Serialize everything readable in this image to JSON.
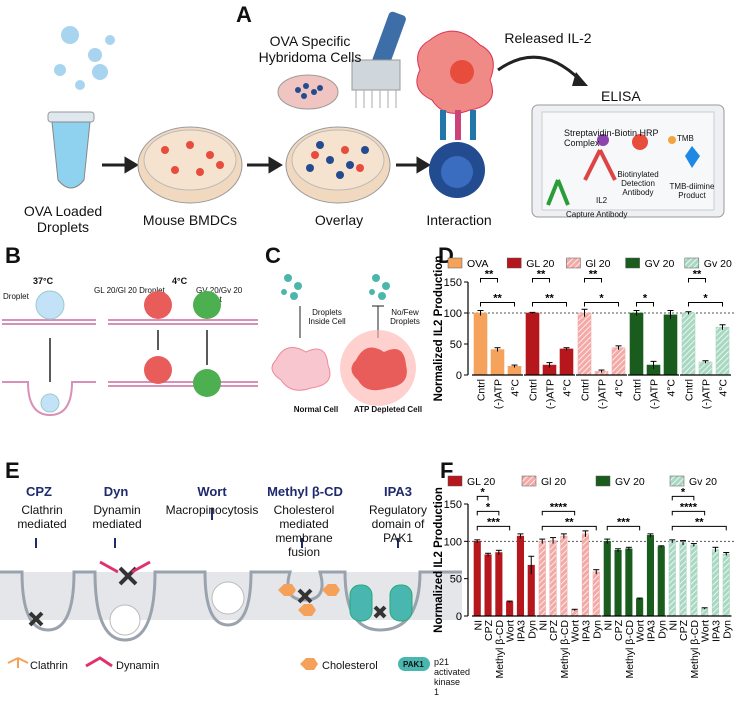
{
  "panel_a": {
    "letter": "A",
    "steps": [
      "OVA Loaded Droplets",
      "Mouse BMDCs",
      "Overlay",
      "Interaction"
    ],
    "ova_specific": "OVA Specific Hybridoma Cells",
    "released": "Released IL-2",
    "elisa": "ELISA",
    "elisa_labels": {
      "complex": "Streptavidin-Biotin HRP Complex",
      "tmb": "TMB",
      "biotin_ab": "Biotinylated Detection Antibody",
      "product": "TMB-diimine Product",
      "il2": "IL2",
      "capture": "Capture Antibody"
    }
  },
  "panel_b": {
    "letter": "B",
    "temp_37": "37°C",
    "temp_4": "4°C",
    "droplet": "Droplet",
    "gl_droplet": "GL 20/Gl 20 Droplet",
    "gv_droplet": "GV 20/Gv 20 Droplet"
  },
  "panel_c": {
    "letter": "C",
    "inside": "Droplets Inside Cell",
    "nofew": "No/Few Droplets",
    "normal": "Normal Cell",
    "depleted": "ATP Depleted Cell"
  },
  "panel_d": {
    "letter": "D",
    "chart_data": {
      "type": "bar",
      "ylabel": "Normalized IL2 Production",
      "ylim": [
        0,
        150
      ],
      "yticks": [
        0,
        50,
        100,
        150
      ],
      "reference_line": 100,
      "categories": [
        "Cntrl",
        "(-)ATP",
        "4°C"
      ],
      "series": [
        {
          "name": "OVA",
          "color": "#f5a25d",
          "pattern": "solid",
          "values": [
            100,
            41,
            14
          ],
          "errors": [
            4,
            3,
            2
          ]
        },
        {
          "name": "GL 20",
          "color": "#b5171c",
          "pattern": "solid",
          "values": [
            100,
            16,
            42
          ],
          "errors": [
            1,
            4,
            2
          ]
        },
        {
          "name": "Gl 20",
          "color": "#f3aaa6",
          "pattern": "hatch",
          "values": [
            100,
            6,
            44
          ],
          "errors": [
            6,
            2,
            3
          ]
        },
        {
          "name": "GV 20",
          "color": "#1a5c1e",
          "pattern": "solid",
          "values": [
            100,
            16,
            97
          ],
          "errors": [
            4,
            6,
            7
          ]
        },
        {
          "name": "Gv 20",
          "color": "#a9d8c2",
          "pattern": "hatch",
          "values": [
            100,
            21,
            77
          ],
          "errors": [
            2,
            2,
            4
          ]
        }
      ],
      "significance": [
        {
          "series": 0,
          "pairs": [
            [
              "0",
              "2",
              "**"
            ],
            [
              "0",
              "1",
              "**"
            ]
          ]
        },
        {
          "series": 1,
          "pairs": [
            [
              "0",
              "2",
              "**"
            ],
            [
              "0",
              "1",
              "**"
            ]
          ]
        },
        {
          "series": 2,
          "pairs": [
            [
              "0",
              "2",
              "*"
            ],
            [
              "0",
              "1",
              "**"
            ]
          ]
        },
        {
          "series": 3,
          "pairs": [
            [
              "0",
              "1",
              "*"
            ]
          ]
        },
        {
          "series": 4,
          "pairs": [
            [
              "0",
              "2",
              "*"
            ],
            [
              "0",
              "1",
              "**"
            ]
          ]
        }
      ]
    }
  },
  "panel_e": {
    "letter": "E",
    "inhibitors": [
      {
        "name": "CPZ",
        "desc": "Clathrin mediated"
      },
      {
        "name": "Dyn",
        "desc": "Dynamin mediated"
      },
      {
        "name": "Wort",
        "desc": "Macropinocytosis"
      },
      {
        "name": "Methyl β-CD",
        "desc": "Cholesterol mediated membrane fusion"
      },
      {
        "name": "IPA3",
        "desc": "Regulatory domain of PAK1"
      }
    ],
    "legend": {
      "clathrin": "Clathrin",
      "dynamin": "Dynamin",
      "cholesterol": "Cholesterol",
      "pak1": "PAK1",
      "pak1_desc": "p21 activated kinase 1"
    }
  },
  "panel_f": {
    "letter": "F",
    "chart_data": {
      "type": "bar",
      "ylabel": "Normalized IL2 Production",
      "ylim": [
        0,
        150
      ],
      "yticks": [
        0,
        50,
        100,
        150
      ],
      "reference_line": 100,
      "categories": [
        "NI",
        "CPZ",
        "Methyl β-CD",
        "Wort",
        "IPA3",
        "Dyn"
      ],
      "series": [
        {
          "name": "GL 20",
          "color": "#b5171c",
          "pattern": "solid",
          "values": [
            100,
            82,
            85,
            19,
            107,
            68
          ],
          "errors": [
            2,
            2,
            3,
            1,
            3,
            12
          ]
        },
        {
          "name": "Gl 20",
          "color": "#f3aaa6",
          "pattern": "hatch",
          "values": [
            100,
            101,
            107,
            8,
            110,
            59
          ],
          "errors": [
            3,
            4,
            3,
            1,
            4,
            3
          ]
        },
        {
          "name": "GV 20",
          "color": "#1a5c1e",
          "pattern": "solid",
          "values": [
            100,
            88,
            90,
            23,
            108,
            93
          ],
          "errors": [
            3,
            2,
            2,
            1,
            2,
            1
          ]
        },
        {
          "name": "Gv 20",
          "color": "#a9d8c2",
          "pattern": "hatch",
          "values": [
            100,
            98,
            95,
            10,
            89,
            83
          ],
          "errors": [
            2,
            3,
            2,
            1,
            3,
            2
          ]
        }
      ],
      "significance": [
        {
          "series": 0,
          "pairs": [
            [
              "0",
              "3",
              "***"
            ],
            [
              "0",
              "2",
              "*"
            ],
            [
              "0",
              "1",
              "*"
            ]
          ]
        },
        {
          "series": 1,
          "pairs": [
            [
              "0",
              "5",
              "**"
            ],
            [
              "0",
              "3",
              "****"
            ]
          ]
        },
        {
          "series": 2,
          "pairs": [
            [
              "0",
              "3",
              "***"
            ]
          ]
        },
        {
          "series": 3,
          "pairs": [
            [
              "0",
              "5",
              "**"
            ],
            [
              "0",
              "3",
              "****"
            ],
            [
              "0",
              "2",
              "*"
            ]
          ]
        }
      ]
    }
  }
}
